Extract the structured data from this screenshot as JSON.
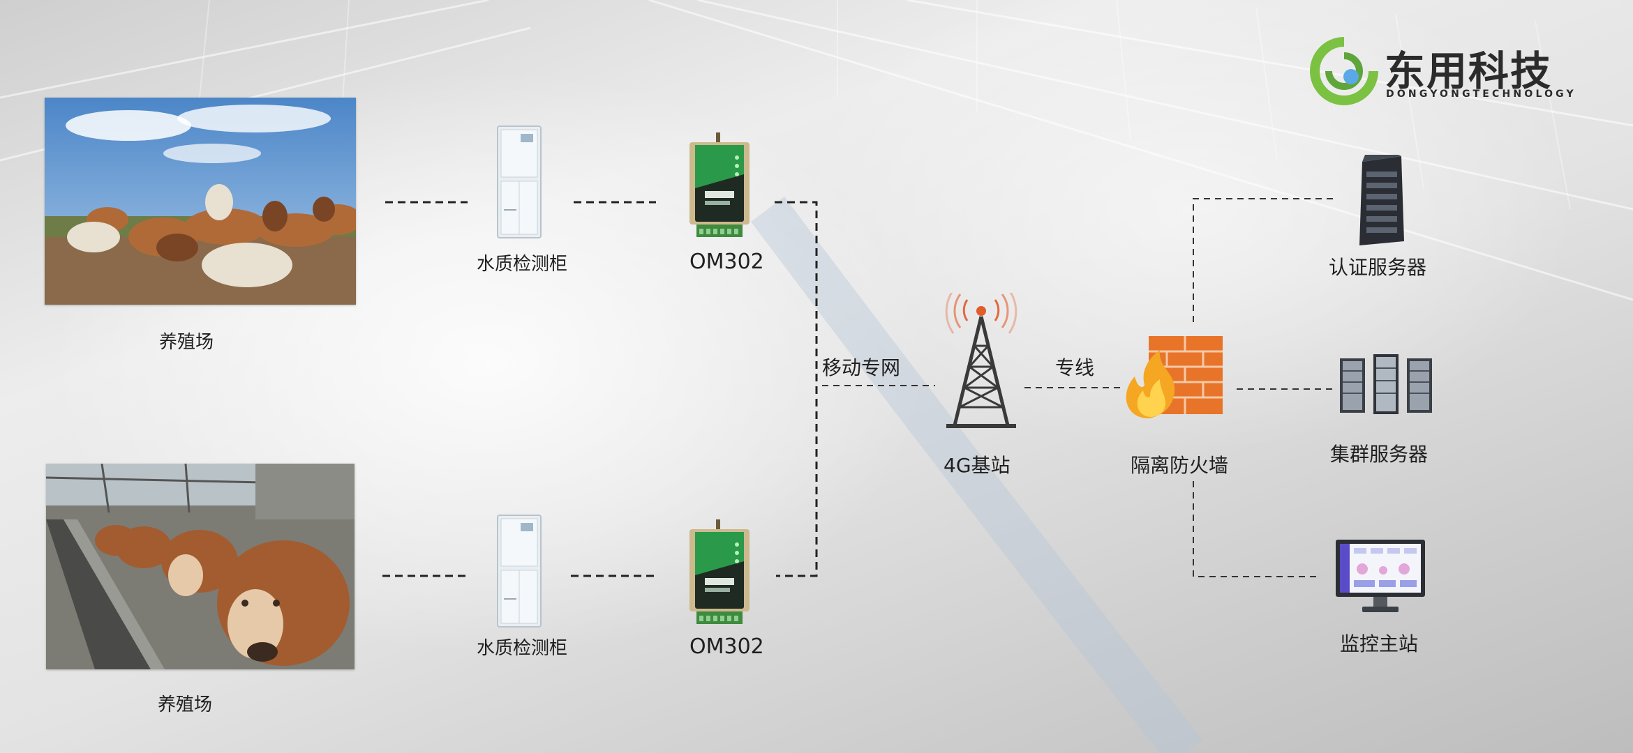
{
  "logo": {
    "name": "东用科技",
    "subtitle": "DONGYONGTECHNOLOGY",
    "accent": "#7bc142",
    "ring": "#5ea63a",
    "dot": "#5aa8e6"
  },
  "farms": [
    {
      "label": "养殖场",
      "cabinet_label": "水质检测柜",
      "device_label": "OM302"
    },
    {
      "label": "养殖场",
      "cabinet_label": "水质检测柜",
      "device_label": "OM302"
    }
  ],
  "network": {
    "mobile_label": "移动专网",
    "dedicated_label": "专线",
    "base_station_label": "4G基站",
    "firewall_label": "隔离防火墙"
  },
  "servers": {
    "auth_label": "认证服务器",
    "cluster_label": "集群服务器",
    "monitor_label": "监控主站"
  },
  "icons": {
    "cabinet": "water-quality-cabinet-icon",
    "device": "om302-router-icon",
    "tower": "cell-tower-icon",
    "firewall": "firewall-icon",
    "auth": "server-rack-icon",
    "cluster": "server-cluster-icon",
    "monitor": "monitor-icon"
  },
  "colors": {
    "line": "#333333",
    "brick": "#e8742a",
    "flame": "#f5a623",
    "tower_signal": "#e25b2a"
  }
}
